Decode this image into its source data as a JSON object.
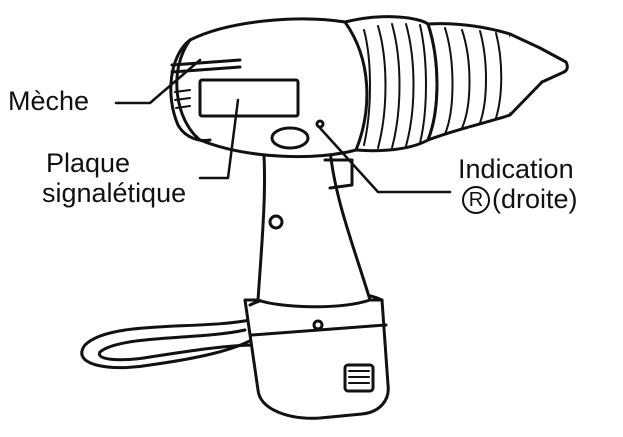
{
  "labels": {
    "meche": "Mèche",
    "plaque_line1": "Plaque",
    "plaque_line2": "signalétique",
    "indication_line1": "Indication",
    "indication_symbol": "R",
    "indication_line2": "(droite)"
  },
  "colors": {
    "ink": "#111111",
    "background": "#ffffff"
  }
}
